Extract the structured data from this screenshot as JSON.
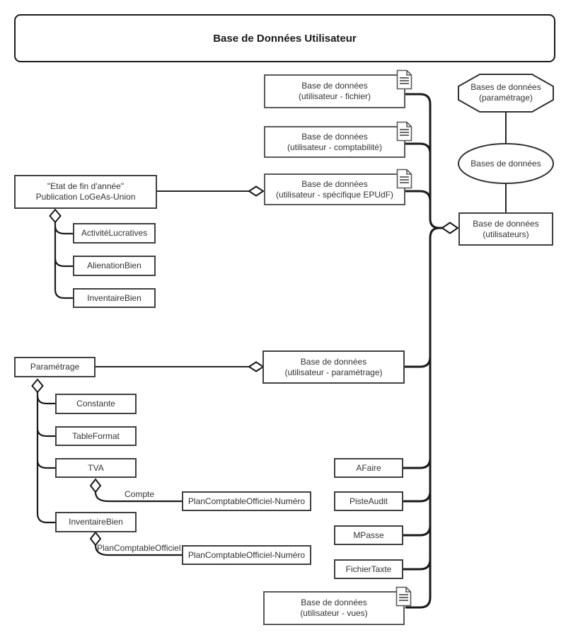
{
  "title": "Base de Données Utilisateur",
  "nodes": {
    "db_fichier": {
      "line1": "Base de données",
      "line2": "(utilisateur - fichier)"
    },
    "db_comptabilite": {
      "line1": "Base de données",
      "line2": "(utilisateur - comptabilité)"
    },
    "db_specifique": {
      "line1": "Base de données",
      "line2": "(utilisateur - spécifique EPUdF)"
    },
    "db_parametrage": {
      "line1": "Base de données",
      "line2": "(utilisateur - paramétrage)"
    },
    "db_vues": {
      "line1": "Base de données",
      "line2": "(utilisateur - vues)"
    },
    "bases_parametrage": {
      "line1": "Bases de données",
      "line2": "(paramétrage)"
    },
    "bases": {
      "line1": "Bases de données"
    },
    "db_utilisateurs": {
      "line1": "Base de données",
      "line2": "(utilisateurs)"
    },
    "etat_fin_annee": {
      "line1": "\"Etat de fin d'année\"",
      "line2": "Publication LoGeAs-Union"
    },
    "activite_lucratives": {
      "label": "ActivitéLucratives"
    },
    "alienation_bien": {
      "label": "AlienationBien"
    },
    "inventaire_bien_etat": {
      "label": "InventaireBien"
    },
    "parametrage": {
      "label": "Paramétrage"
    },
    "constante": {
      "label": "Constante"
    },
    "table_format": {
      "label": "TableFormat"
    },
    "tva": {
      "label": "TVA"
    },
    "inventaire_bien_param": {
      "label": "InventaireBien"
    },
    "afaire": {
      "label": "AFaire"
    },
    "piste_audit": {
      "label": "PisteAudit"
    },
    "mpasse": {
      "label": "MPasse"
    },
    "fichier_taxte": {
      "label": "FichierTaxte"
    },
    "pco_numero_tva": {
      "label": "PlanComptableOfficiel-Numéro"
    },
    "pco_numero_inv": {
      "label": "PlanComptableOfficiel-Numéro"
    }
  },
  "edge_labels": {
    "compte": "Compte",
    "plan_comptable_officiel": "PlanComptableOfficiel"
  },
  "colors": {
    "connector": "#1a1a1a",
    "shape_border": "#333333",
    "doc_box_border": "#595959",
    "box_border": "#404040",
    "text": "#333333",
    "background": "#ffffff"
  }
}
